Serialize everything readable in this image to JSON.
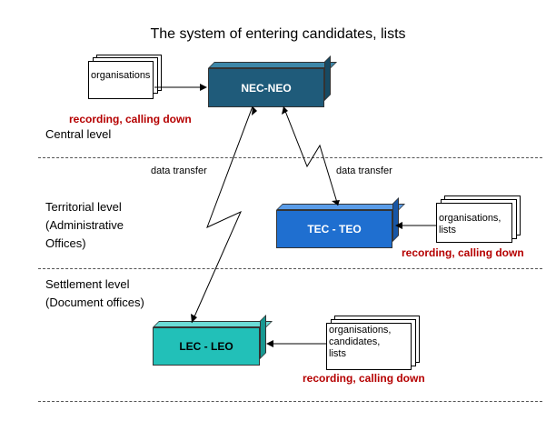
{
  "title": "The system of entering candidates, lists",
  "levels": {
    "central": "Central level",
    "territorial": [
      "Territorial level",
      "(Administrative",
      "Offices)"
    ],
    "settlement": [
      "Settlement level",
      "(Document offices)"
    ]
  },
  "boxes": {
    "nec": "NEC-NEO",
    "tec": "TEC - TEO",
    "lec": "LEC - LEO"
  },
  "docs": {
    "nec": [
      "organisations"
    ],
    "tec": [
      "organisations,",
      "lists"
    ],
    "lec": [
      "organisations,",
      "candidates,",
      "lists"
    ]
  },
  "recording": "recording, calling down",
  "data_transfer": "data transfer",
  "colors": {
    "nec_front": "#1f5b7a",
    "tec_front": "#1f6fd0",
    "lec_front": "#22c0b8",
    "recording_red": "#b50000"
  }
}
